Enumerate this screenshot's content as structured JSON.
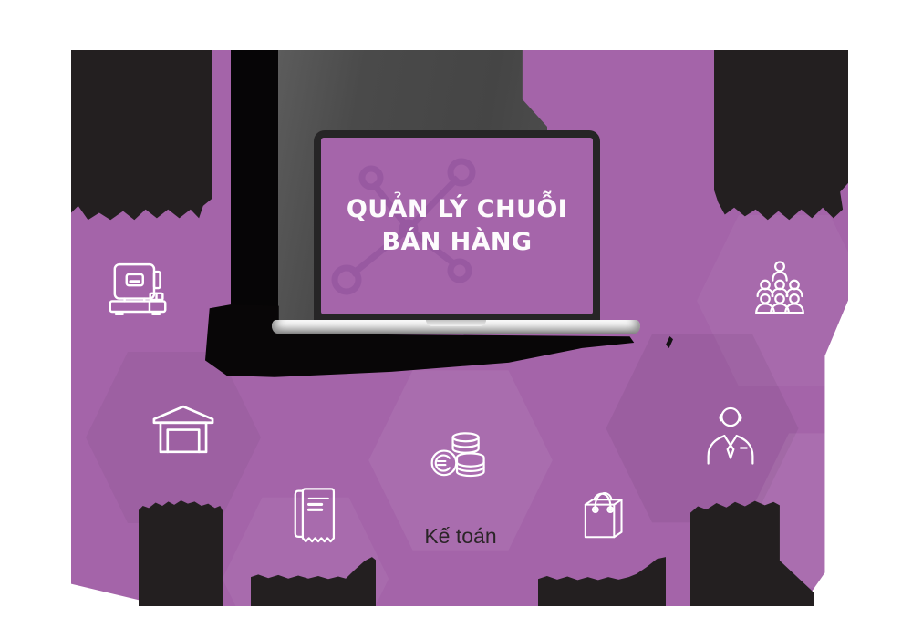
{
  "page": {
    "background": "#ffffff"
  },
  "palette": {
    "purple_base": "#a464a9",
    "purple_screen": "#a565aa",
    "purple_network_graphic": "#9859a1",
    "blob_dark": "#231f20",
    "slab_gray": "#4a4a4a",
    "laptop_bezel": "#262526",
    "laptop_base_silver": "#d9d9d9",
    "icon_stroke": "#ffffff",
    "caption_text": "#2b2528",
    "screen_text": "#ffffff"
  },
  "laptop": {
    "screen_title_line1": "QUẢN LÝ CHUỖI",
    "screen_title_line2": "BÁN HÀNG"
  },
  "captions": {
    "accounting": "Kế toán"
  },
  "icons": [
    {
      "name": "pos-terminal-icon"
    },
    {
      "name": "audience-group-icon"
    },
    {
      "name": "warehouse-icon"
    },
    {
      "name": "invoice-receipt-icon"
    },
    {
      "name": "euro-coins-icon"
    },
    {
      "name": "shopping-bag-icon"
    },
    {
      "name": "businessman-icon"
    }
  ]
}
